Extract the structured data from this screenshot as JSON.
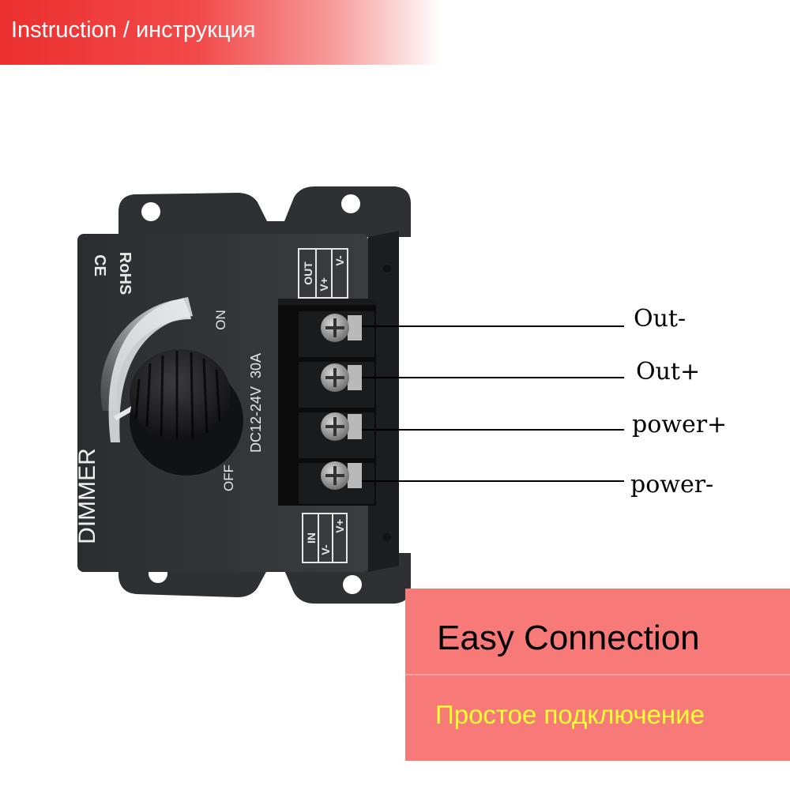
{
  "header": {
    "title": "Instruction / инструкция"
  },
  "device": {
    "brand_text": "DIMMER",
    "certifications": [
      "CE",
      "RoHS"
    ],
    "rating": "DC12-24V  30A",
    "knob_on_label": "ON",
    "knob_off_label": "OFF",
    "out_block": {
      "title": "OUT",
      "terminals": [
        "V+",
        "V-"
      ]
    },
    "in_block": {
      "title": "IN",
      "terminals": [
        "V-",
        "V+"
      ]
    }
  },
  "terminals": [
    {
      "label": "Out-"
    },
    {
      "label": "Out+"
    },
    {
      "label": "power+"
    },
    {
      "label": "power-"
    }
  ],
  "callout": {
    "title_en": "Easy Connection",
    "title_ru": "Простое подключение"
  },
  "colors": {
    "banner": "#ec2f2f",
    "callout_bg": "#f87a78",
    "callout_ru_text": "#ffff33",
    "device_body": "#2f3134"
  }
}
